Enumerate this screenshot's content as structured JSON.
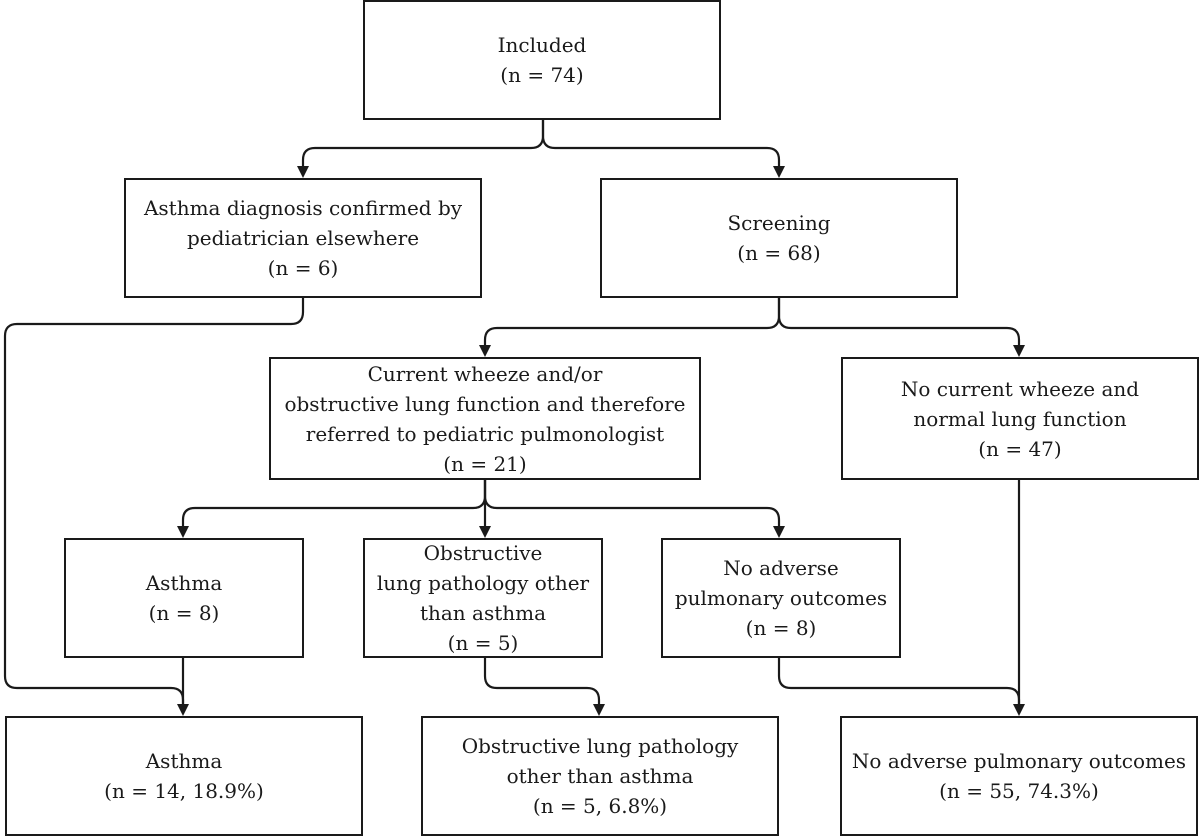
{
  "boxes": {
    "included": {
      "lines": [
        "Included",
        "(n = 74)"
      ]
    },
    "asthma_confirmed": {
      "lines": [
        "Asthma diagnosis confirmed by",
        "pediatrician elsewhere",
        "(n = 6)"
      ]
    },
    "screening": {
      "lines": [
        "Screening",
        "(n = 68)"
      ]
    },
    "current_wheeze": {
      "lines": [
        "Current wheeze and/or",
        "obstructive lung function and therefore",
        "referred to pediatric pulmonologist",
        "(n = 21)"
      ]
    },
    "no_current_wheeze": {
      "lines": [
        "No current wheeze and",
        "normal lung function",
        "(n = 47)"
      ]
    },
    "asthma_referred": {
      "lines": [
        "Asthma",
        "(n = 8)"
      ]
    },
    "obstructive_referred": {
      "lines": [
        "Obstructive",
        "lung pathology other",
        "than asthma",
        "(n = 5)"
      ]
    },
    "no_adverse_referred": {
      "lines": [
        "No adverse",
        "pulmonary outcomes",
        "(n = 8)"
      ]
    },
    "asthma_final": {
      "lines": [
        "Asthma",
        "(n = 14, 18.9%)"
      ]
    },
    "obstructive_final": {
      "lines": [
        "Obstructive lung pathology",
        "other than asthma",
        "(n = 5, 6.8%)"
      ]
    },
    "no_adverse_final": {
      "lines": [
        "No adverse pulmonary outcomes",
        "(n = 55, 74.3%)"
      ]
    }
  }
}
